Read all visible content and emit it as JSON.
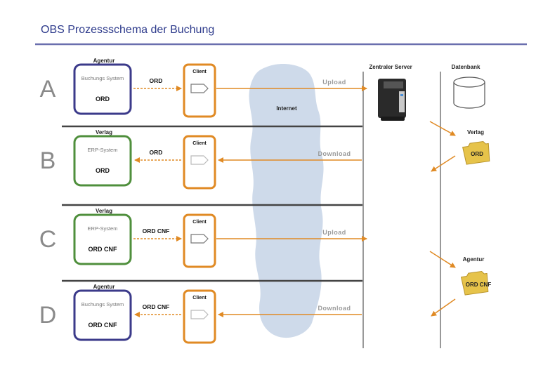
{
  "title": "OBS Prozessschema der Buchung",
  "colors": {
    "title": "#2e3b8c",
    "rule": "#6a6fae",
    "agentur_box": "#3b3a8a",
    "verlag_box": "#4f8f3c",
    "client_box": "#e08a24",
    "arrow": "#e08a24",
    "divider": "#555555",
    "cloud": "#c9d6e8",
    "upload_text": "#9a9a9a"
  },
  "columns": {
    "server": "Zentraler Server",
    "database": "Datenbank",
    "internet": "Internet"
  },
  "rows": [
    {
      "letter": "A",
      "actor": "Agentur",
      "system": "Buchungs System",
      "doc": "ORD",
      "arrow_label": "ORD",
      "client": "Client",
      "transfer": "Upload",
      "direction": "up"
    },
    {
      "letter": "B",
      "actor": "Verlag",
      "system": "ERP-System",
      "doc": "ORD",
      "arrow_label": "ORD",
      "client": "Client",
      "transfer": "Download",
      "direction": "down"
    },
    {
      "letter": "C",
      "actor": "Verlag",
      "system": "ERP-System",
      "doc": "ORD CNF",
      "arrow_label": "ORD CNF",
      "client": "Client",
      "transfer": "Upload",
      "direction": "up"
    },
    {
      "letter": "D",
      "actor": "Agentur",
      "system": "Buchungs System",
      "doc": "ORD CNF",
      "arrow_label": "ORD CNF",
      "client": "Client",
      "transfer": "Download",
      "direction": "down"
    }
  ],
  "folders": [
    {
      "owner": "Verlag",
      "doc": "ORD"
    },
    {
      "owner": "Agentur",
      "doc": "ORD CNF"
    }
  ]
}
